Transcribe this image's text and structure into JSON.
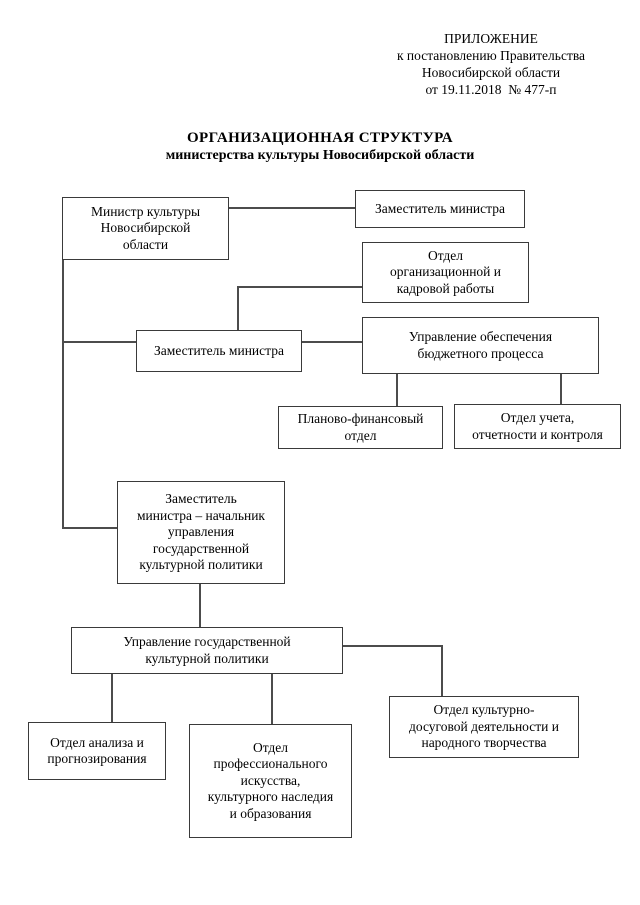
{
  "page": {
    "header": {
      "lines": [
        "ПРИЛОЖЕНИЕ",
        "к постановлению Правительства",
        "Новосибирской области",
        "от 19.11.2018  № 477-п"
      ]
    },
    "title": {
      "line1": "ОРГАНИЗАЦИОННАЯ СТРУКТУРА",
      "line2": "министерства культуры Новосибирской области"
    }
  },
  "chart": {
    "boxes": {
      "minister": {
        "lines": [
          "Министр культуры",
          "Новосибирской",
          "области"
        ]
      },
      "deputy_minister_1": {
        "lines": [
          "Заместитель министра"
        ]
      },
      "org_personnel_dept": {
        "lines": [
          "Отдел",
          "организационной и",
          "кадровой работы"
        ]
      },
      "deputy_minister_2": {
        "lines": [
          "Заместитель министра"
        ]
      },
      "budget_process_mgmt": {
        "lines": [
          "Управление обеспечения",
          "бюджетного процесса"
        ]
      },
      "planning_finance_dept": {
        "lines": [
          "Планово-финансовый",
          "отдел"
        ]
      },
      "accounting_control_dept": {
        "lines": [
          "Отдел учета,",
          "отчетности и контроля"
        ]
      },
      "deputy_minister_head": {
        "lines": [
          "Заместитель",
          "министра – начальник",
          "управления",
          "государственной",
          "культурной политики"
        ]
      },
      "state_cultural_policy_mgmt": {
        "lines": [
          "Управление государственной",
          "культурной политики"
        ]
      },
      "analysis_forecast_dept": {
        "lines": [
          "Отдел анализа и",
          "прогнозирования"
        ]
      },
      "prof_art_heritage_dept": {
        "lines": [
          "Отдел",
          "профессионального",
          "искусства,",
          "культурного наследия",
          "и образования"
        ]
      },
      "cultural_leisure_dept": {
        "lines": [
          "Отдел культурно-",
          "досуговой деятельности и",
          "народного творчества"
        ]
      }
    },
    "connections": [
      [
        "minister",
        "deputy_minister_1"
      ],
      [
        "minister",
        "deputy_minister_2"
      ],
      [
        "minister",
        "deputy_minister_head"
      ],
      [
        "deputy_minister_2",
        "org_personnel_dept"
      ],
      [
        "deputy_minister_2",
        "budget_process_mgmt"
      ],
      [
        "budget_process_mgmt",
        "planning_finance_dept"
      ],
      [
        "budget_process_mgmt",
        "accounting_control_dept"
      ],
      [
        "deputy_minister_head",
        "state_cultural_policy_mgmt"
      ],
      [
        "state_cultural_policy_mgmt",
        "analysis_forecast_dept"
      ],
      [
        "state_cultural_policy_mgmt",
        "prof_art_heritage_dept"
      ],
      [
        "state_cultural_policy_mgmt",
        "cultural_leisure_dept"
      ]
    ]
  },
  "colors": {
    "background": "#ffffff",
    "line": "#4c4c4c",
    "border": "#3a3a3a",
    "text": "#000000"
  }
}
